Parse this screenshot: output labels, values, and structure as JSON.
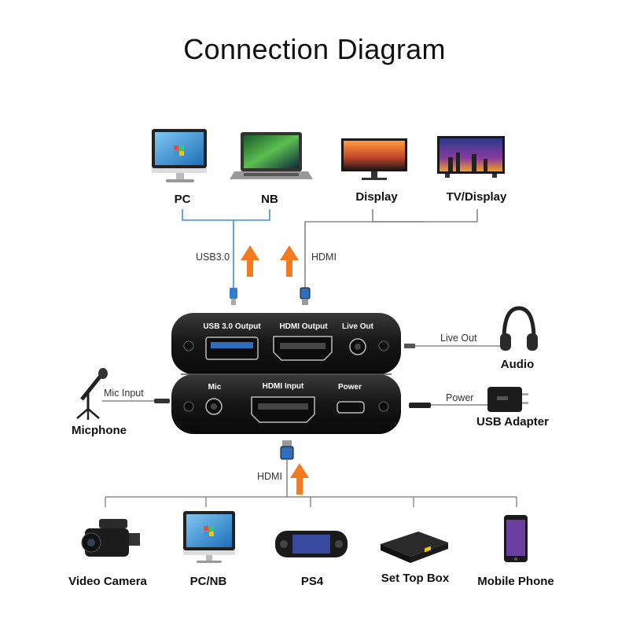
{
  "title": "Connection Diagram",
  "top_devices": [
    {
      "label": "PC",
      "icon": "pc-monitor-icon"
    },
    {
      "label": "NB",
      "icon": "notebook-icon"
    },
    {
      "label": "Display",
      "icon": "display-monitor-icon"
    },
    {
      "label": "TV/Display",
      "icon": "tv-icon"
    }
  ],
  "links": {
    "usb": "USB3.0",
    "hdmi_out": "HDMI",
    "hdmi_in": "HDMI",
    "live_out": "Live Out",
    "mic_input": "Mic Input",
    "power": "Power"
  },
  "device_ports": {
    "usb_out": "USB 3.0 Output",
    "hdmi_out": "HDMI Output",
    "live_out": "Live Out",
    "mic": "Mic",
    "hdmi_in": "HDMI  Input",
    "power": "Power"
  },
  "side_devices": {
    "audio": "Audio",
    "usb_adapter": "USB Adapter",
    "mic": "Micphone"
  },
  "bottom_devices": [
    {
      "label": "Video Camera",
      "icon": "video-camera-icon"
    },
    {
      "label": "PC/NB",
      "icon": "pc-monitor-icon"
    },
    {
      "label": "PS4",
      "icon": "handheld-console-icon"
    },
    {
      "label": "Set Top Box",
      "icon": "set-top-box-icon"
    },
    {
      "label": "Mobile Phone",
      "icon": "mobile-phone-icon"
    }
  ],
  "colors": {
    "arrow": "#f47a1f",
    "usb_line": "#3f8fd8",
    "line": "#888888",
    "device": "#1b1b1b"
  }
}
